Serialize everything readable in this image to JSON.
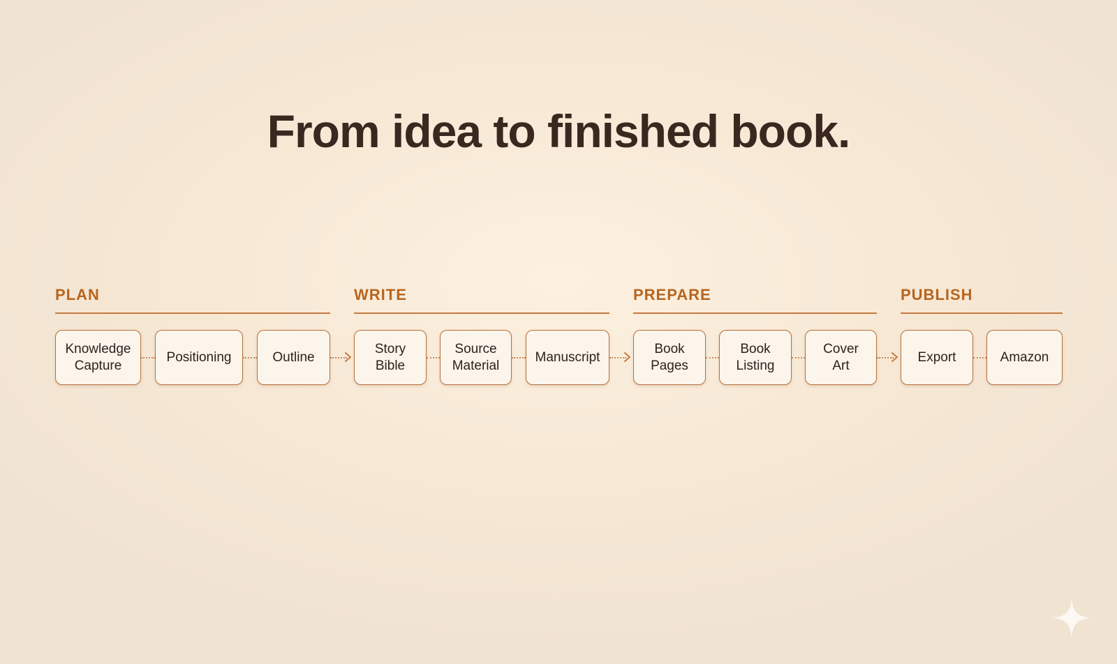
{
  "title": "From idea to finished book.",
  "colors": {
    "accent": "#b7651f",
    "line": "#c57a3f",
    "node_border": "#b86f38",
    "node_fill": "#fbf5ec",
    "title": "#3a2820"
  },
  "phases": [
    {
      "label": "PLAN"
    },
    {
      "label": "WRITE"
    },
    {
      "label": "PREPARE"
    },
    {
      "label": "PUBLISH"
    }
  ],
  "nodes": [
    {
      "label": "Knowledge\nCapture"
    },
    {
      "label": "Positioning"
    },
    {
      "label": "Outline"
    },
    {
      "label": "Story\nBible"
    },
    {
      "label": "Source\nMaterial"
    },
    {
      "label": "Manuscript"
    },
    {
      "label": "Book\nPages"
    },
    {
      "label": "Book\nListing"
    },
    {
      "label": "Cover\nArt"
    },
    {
      "label": "Export"
    },
    {
      "label": "Amazon"
    }
  ],
  "decor": {
    "corner_icon": "sparkle-icon"
  }
}
